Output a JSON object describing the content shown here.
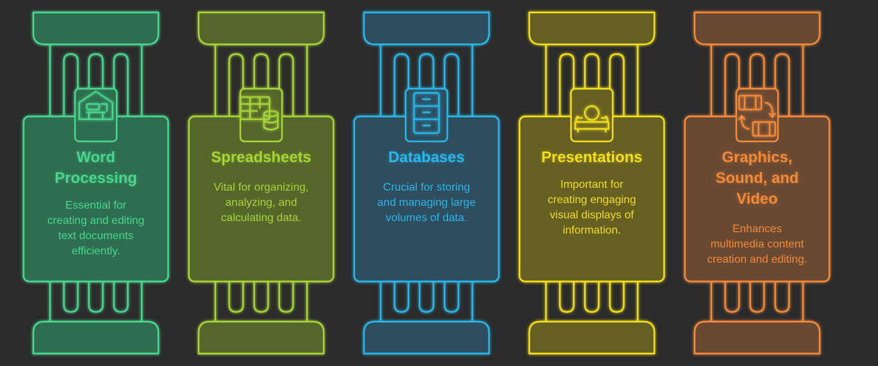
{
  "pillars": [
    {
      "id": "word",
      "title": "Word Processing",
      "title_lines": [
        "Word",
        "Processing"
      ],
      "desc_lines": [
        "Essential for",
        "creating and editing",
        "text documents",
        "efficiently."
      ],
      "color": "#4bd68f",
      "fill": "#2f6d4f",
      "icon": "house-desk-icon"
    },
    {
      "id": "spreadsheets",
      "title": "Spreadsheets",
      "title_lines": [
        "Spreadsheets"
      ],
      "desc_lines": [
        "Vital for organizing,",
        "analyzing, and",
        "calculating data."
      ],
      "color": "#a8d43a",
      "fill": "#55662b",
      "icon": "table-database-icon"
    },
    {
      "id": "databases",
      "title": "Databases",
      "title_lines": [
        "Databases"
      ],
      "desc_lines": [
        "Crucial for storing",
        "and managing large",
        "volumes of data."
      ],
      "color": "#2ab7e8",
      "fill": "#2f4e5e",
      "icon": "filing-cabinet-icon"
    },
    {
      "id": "presentations",
      "title": "Presentations",
      "title_lines": [
        "Presentations"
      ],
      "desc_lines": [
        "Important for",
        "creating engaging",
        "visual displays of",
        "information."
      ],
      "color": "#f2df1c",
      "fill": "#665f24",
      "icon": "projector-icon"
    },
    {
      "id": "graphics",
      "title": "Graphics, Sound, and Video",
      "title_lines": [
        "Graphics,",
        "Sound, and",
        "Video"
      ],
      "desc_lines": [
        "Enhances",
        "multimedia content",
        "creation and editing."
      ],
      "color": "#f28a3c",
      "fill": "#6a4a33",
      "icon": "film-exchange-icon"
    }
  ]
}
